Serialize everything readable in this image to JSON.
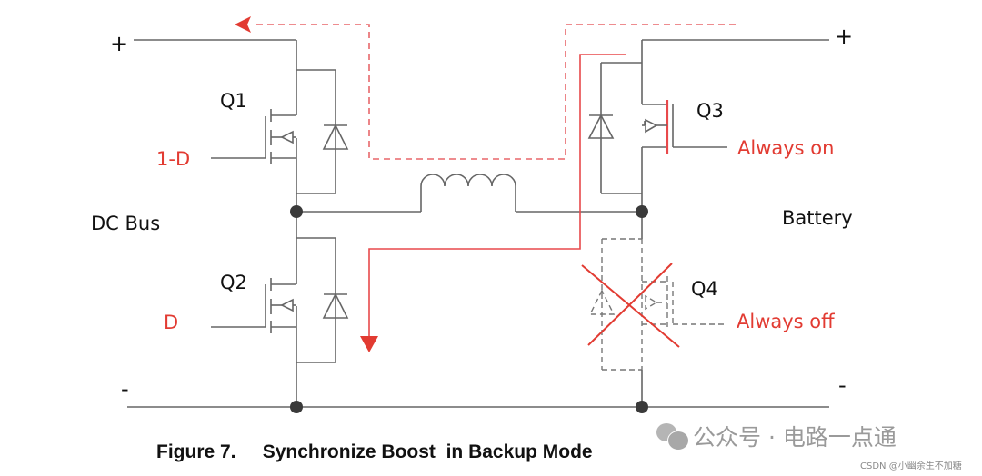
{
  "diagram": {
    "left_port": {
      "label": "DC Bus",
      "plus": "+",
      "minus": "-"
    },
    "right_port": {
      "label": "Battery",
      "plus": "+",
      "minus": "-"
    },
    "switches": [
      {
        "id": "Q1",
        "label": "Q1",
        "gate_signal": "1-D",
        "state": "switching"
      },
      {
        "id": "Q2",
        "label": "Q2",
        "gate_signal": "D",
        "state": "switching"
      },
      {
        "id": "Q3",
        "label": "Q3",
        "gate_signal": "Always on",
        "state": "on"
      },
      {
        "id": "Q4",
        "label": "Q4",
        "gate_signal": "Always off",
        "state": "off"
      }
    ],
    "components": [
      "inductor",
      "body-diode-Q1",
      "body-diode-Q2",
      "body-diode-Q3",
      "body-diode-Q4"
    ],
    "current_paths": [
      {
        "style": "dashed",
        "color": "#e8676a",
        "description": "Battery to DC Bus + through Q3 and Q1"
      },
      {
        "style": "solid",
        "color": "#e8494b",
        "description": "Battery through Q3 and inductor down through Q2"
      }
    ],
    "colors": {
      "accent_red": "#e23b32",
      "wire_gray": "#666666",
      "node": "#3a3a3a"
    }
  },
  "caption": {
    "figure": "Figure 7.",
    "title": "Synchronize Boost  in Backup Mode"
  },
  "watermark": {
    "text": "公众号 · 电路一点通",
    "credit": "CSDN @小幽余生不加糖"
  }
}
